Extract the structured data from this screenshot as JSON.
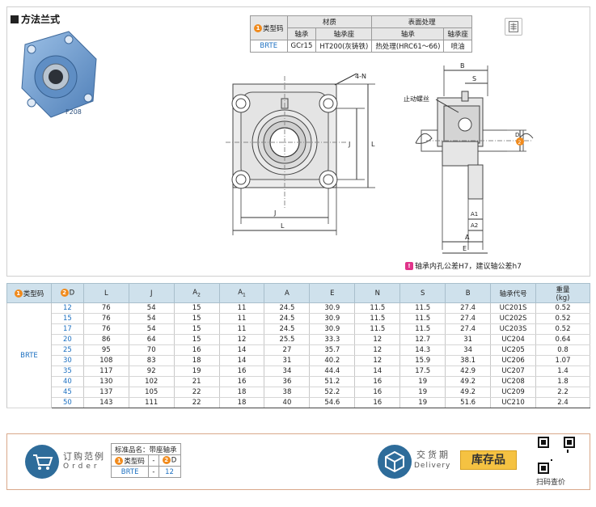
{
  "section_title": "方法兰式",
  "material_table": {
    "h_type": "类型码",
    "h_material": "材质",
    "h_surface": "表面处理",
    "h_bearing": "轴承",
    "h_seat": "轴承座",
    "type": "BRTE",
    "bearing_material": "GCr15",
    "seat_material": "HT200(灰铸铁)",
    "bearing_surface": "热处理(HRC61～66)",
    "seat_surface": "喷油"
  },
  "drawing_labels": {
    "holes": "4-N",
    "set_screw": "止动螺丝",
    "J": "J",
    "L": "L",
    "B": "B",
    "S": "S",
    "A1": "A1",
    "A2": "A2",
    "A": "A",
    "E": "E",
    "D_badge": "2",
    "D": "D"
  },
  "photo_mark": "F208",
  "note": "轴承内孔公差H7，建议轴公差h7",
  "note_badge": "!",
  "spec_table": {
    "headers": [
      "类型码",
      "D",
      "L",
      "J",
      "A2",
      "A1",
      "A",
      "E",
      "N",
      "S",
      "B",
      "轴承代号",
      "重量\n(kg)"
    ],
    "type": "BRTE",
    "rows": [
      [
        "12",
        "76",
        "54",
        "15",
        "11",
        "24.5",
        "30.9",
        "11.5",
        "11.5",
        "27.4",
        "UC201S",
        "0.52"
      ],
      [
        "15",
        "76",
        "54",
        "15",
        "11",
        "24.5",
        "30.9",
        "11.5",
        "11.5",
        "27.4",
        "UC202S",
        "0.52"
      ],
      [
        "17",
        "76",
        "54",
        "15",
        "11",
        "24.5",
        "30.9",
        "11.5",
        "11.5",
        "27.4",
        "UC203S",
        "0.52"
      ],
      [
        "20",
        "86",
        "64",
        "15",
        "12",
        "25.5",
        "33.3",
        "12",
        "12.7",
        "31",
        "UC204",
        "0.64"
      ],
      [
        "25",
        "95",
        "70",
        "16",
        "14",
        "27",
        "35.7",
        "12",
        "14.3",
        "34",
        "UC205",
        "0.8"
      ],
      [
        "30",
        "108",
        "83",
        "18",
        "14",
        "31",
        "40.2",
        "12",
        "15.9",
        "38.1",
        "UC206",
        "1.07"
      ],
      [
        "35",
        "117",
        "92",
        "19",
        "16",
        "34",
        "44.4",
        "14",
        "17.5",
        "42.9",
        "UC207",
        "1.4"
      ],
      [
        "40",
        "130",
        "102",
        "21",
        "16",
        "36",
        "51.2",
        "16",
        "19",
        "49.2",
        "UC208",
        "1.8"
      ],
      [
        "45",
        "137",
        "105",
        "22",
        "18",
        "38",
        "52.2",
        "16",
        "19",
        "49.2",
        "UC209",
        "2.2"
      ],
      [
        "50",
        "143",
        "111",
        "22",
        "18",
        "40",
        "54.6",
        "16",
        "19",
        "51.6",
        "UC210",
        "2.4"
      ]
    ]
  },
  "order": {
    "label_cn": "订购范例",
    "label_en": "Order",
    "std_name_label": "标准品名：带座轴承",
    "h_type": "类型码",
    "h_d": "D",
    "sep": "-",
    "type": "BRTE",
    "d": "12"
  },
  "delivery": {
    "label_cn": "交货期",
    "label_en": "Delivery",
    "stock": "库存品",
    "qr_label": "扫码查价"
  },
  "badges": {
    "one": "1",
    "two": "2"
  },
  "colors": {
    "accent_blue": "#1b6fc0",
    "badge_orange": "#f08a1c",
    "header_blue": "#cfe1ec",
    "stock_yellow": "#f5c242"
  }
}
